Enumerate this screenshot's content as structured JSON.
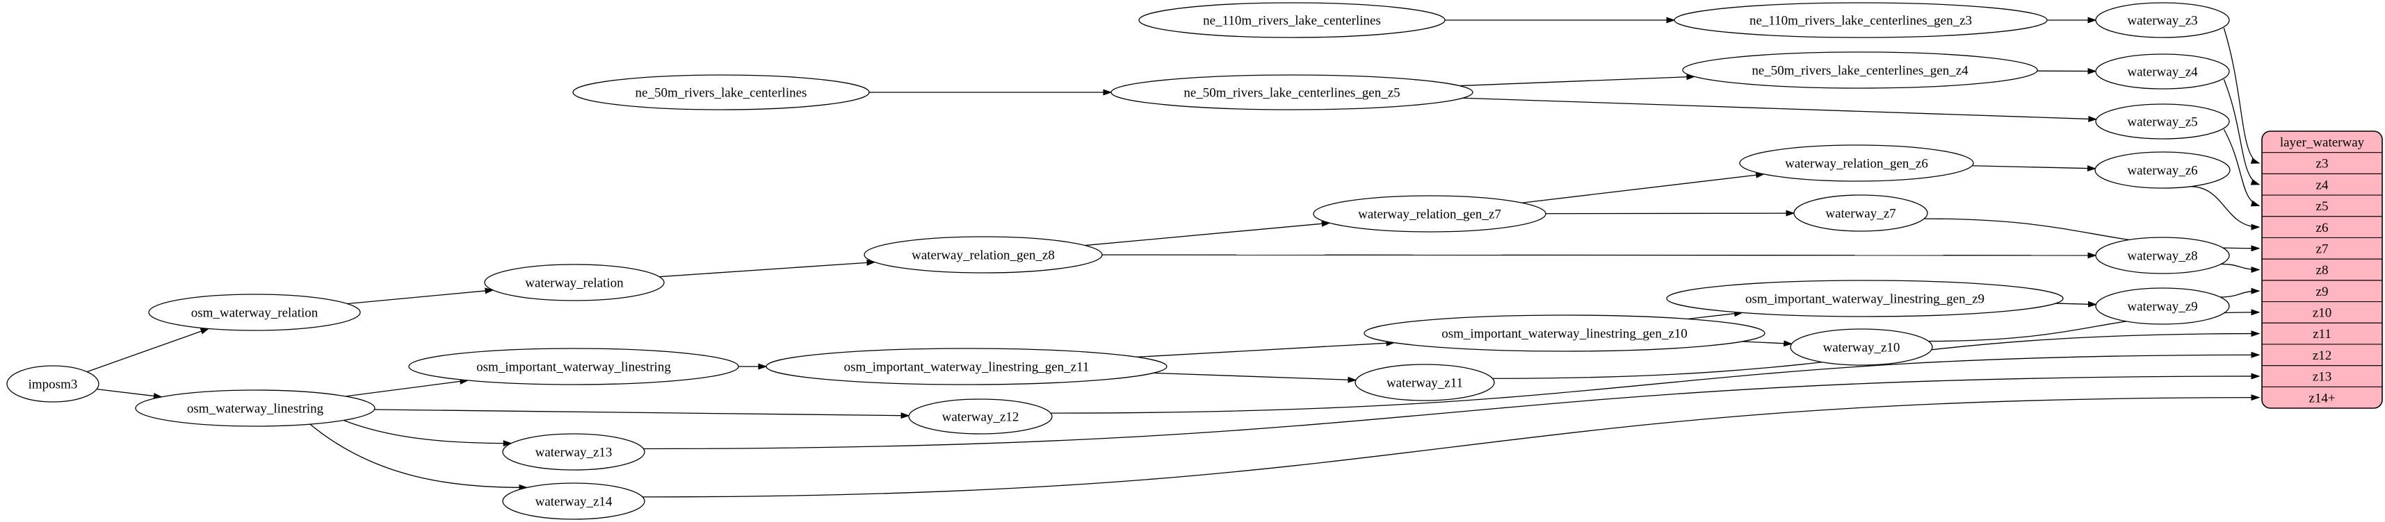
{
  "diagram": {
    "type": "dependency-graph",
    "colors": {
      "background": "#ffffff",
      "node_fill": "#ffffff",
      "node_stroke": "#000000",
      "edge": "#000000",
      "table_fill": "#ffb6c1",
      "table_stroke": "#000000"
    },
    "nodes": [
      {
        "id": "imposm3",
        "label": "imposm3"
      },
      {
        "id": "osm_waterway_relation",
        "label": "osm_waterway_relation"
      },
      {
        "id": "osm_waterway_linestring",
        "label": "osm_waterway_linestring"
      },
      {
        "id": "waterway_relation",
        "label": "waterway_relation"
      },
      {
        "id": "waterway_relation_gen_z8",
        "label": "waterway_relation_gen_z8"
      },
      {
        "id": "waterway_relation_gen_z7",
        "label": "waterway_relation_gen_z7"
      },
      {
        "id": "waterway_relation_gen_z6",
        "label": "waterway_relation_gen_z6"
      },
      {
        "id": "osm_important_waterway_linestring",
        "label": "osm_important_waterway_linestring"
      },
      {
        "id": "osm_important_waterway_linestring_gen_z11",
        "label": "osm_important_waterway_linestring_gen_z11"
      },
      {
        "id": "osm_important_waterway_linestring_gen_z10",
        "label": "osm_important_waterway_linestring_gen_z10"
      },
      {
        "id": "osm_important_waterway_linestring_gen_z9",
        "label": "osm_important_waterway_linestring_gen_z9"
      },
      {
        "id": "ne_110m_rivers_lake_centerlines",
        "label": "ne_110m_rivers_lake_centerlines"
      },
      {
        "id": "ne_110m_rivers_lake_centerlines_gen_z3",
        "label": "ne_110m_rivers_lake_centerlines_gen_z3"
      },
      {
        "id": "ne_50m_rivers_lake_centerlines",
        "label": "ne_50m_rivers_lake_centerlines"
      },
      {
        "id": "ne_50m_rivers_lake_centerlines_gen_z5",
        "label": "ne_50m_rivers_lake_centerlines_gen_z5"
      },
      {
        "id": "ne_50m_rivers_lake_centerlines_gen_z4",
        "label": "ne_50m_rivers_lake_centerlines_gen_z4"
      },
      {
        "id": "waterway_z3",
        "label": "waterway_z3"
      },
      {
        "id": "waterway_z4",
        "label": "waterway_z4"
      },
      {
        "id": "waterway_z5",
        "label": "waterway_z5"
      },
      {
        "id": "waterway_z6",
        "label": "waterway_z6"
      },
      {
        "id": "waterway_z7",
        "label": "waterway_z7"
      },
      {
        "id": "waterway_z8",
        "label": "waterway_z8"
      },
      {
        "id": "waterway_z9",
        "label": "waterway_z9"
      },
      {
        "id": "waterway_z10",
        "label": "waterway_z10"
      },
      {
        "id": "waterway_z11",
        "label": "waterway_z11"
      },
      {
        "id": "waterway_z12",
        "label": "waterway_z12"
      },
      {
        "id": "waterway_z13",
        "label": "waterway_z13"
      },
      {
        "id": "waterway_z14",
        "label": "waterway_z14"
      }
    ],
    "table": {
      "id": "layer_waterway",
      "title": "layer_waterway",
      "rows": [
        "z3",
        "z4",
        "z5",
        "z6",
        "z7",
        "z8",
        "z9",
        "z10",
        "z11",
        "z12",
        "z13",
        "z14+"
      ]
    },
    "edges": [
      {
        "from": "imposm3",
        "to": "osm_waterway_relation"
      },
      {
        "from": "imposm3",
        "to": "osm_waterway_linestring"
      },
      {
        "from": "osm_waterway_relation",
        "to": "waterway_relation"
      },
      {
        "from": "waterway_relation",
        "to": "waterway_relation_gen_z8"
      },
      {
        "from": "waterway_relation_gen_z8",
        "to": "waterway_relation_gen_z7"
      },
      {
        "from": "waterway_relation_gen_z7",
        "to": "waterway_relation_gen_z6"
      },
      {
        "from": "waterway_relation_gen_z6",
        "to": "waterway_z6"
      },
      {
        "from": "waterway_relation_gen_z7",
        "to": "waterway_z7"
      },
      {
        "from": "waterway_relation_gen_z8",
        "to": "waterway_z8"
      },
      {
        "from": "osm_waterway_linestring",
        "to": "osm_important_waterway_linestring"
      },
      {
        "from": "osm_important_waterway_linestring",
        "to": "osm_important_waterway_linestring_gen_z11"
      },
      {
        "from": "osm_important_waterway_linestring_gen_z11",
        "to": "osm_important_waterway_linestring_gen_z10"
      },
      {
        "from": "osm_important_waterway_linestring_gen_z10",
        "to": "osm_important_waterway_linestring_gen_z9"
      },
      {
        "from": "osm_important_waterway_linestring_gen_z9",
        "to": "waterway_z9"
      },
      {
        "from": "osm_important_waterway_linestring_gen_z10",
        "to": "waterway_z10"
      },
      {
        "from": "osm_important_waterway_linestring_gen_z11",
        "to": "waterway_z11"
      },
      {
        "from": "osm_waterway_linestring",
        "to": "waterway_z12"
      },
      {
        "from": "osm_waterway_linestring",
        "to": "waterway_z13"
      },
      {
        "from": "osm_waterway_linestring",
        "to": "waterway_z14"
      },
      {
        "from": "ne_110m_rivers_lake_centerlines",
        "to": "ne_110m_rivers_lake_centerlines_gen_z3"
      },
      {
        "from": "ne_110m_rivers_lake_centerlines_gen_z3",
        "to": "waterway_z3"
      },
      {
        "from": "ne_50m_rivers_lake_centerlines",
        "to": "ne_50m_rivers_lake_centerlines_gen_z5"
      },
      {
        "from": "ne_50m_rivers_lake_centerlines_gen_z5",
        "to": "ne_50m_rivers_lake_centerlines_gen_z4"
      },
      {
        "from": "ne_50m_rivers_lake_centerlines_gen_z5",
        "to": "waterway_z5"
      },
      {
        "from": "ne_50m_rivers_lake_centerlines_gen_z4",
        "to": "waterway_z4"
      },
      {
        "from": "waterway_z3",
        "to": "layer_waterway.z3"
      },
      {
        "from": "waterway_z4",
        "to": "layer_waterway.z4"
      },
      {
        "from": "waterway_z5",
        "to": "layer_waterway.z5"
      },
      {
        "from": "waterway_z6",
        "to": "layer_waterway.z6"
      },
      {
        "from": "waterway_z7",
        "to": "layer_waterway.z7"
      },
      {
        "from": "waterway_z8",
        "to": "layer_waterway.z8"
      },
      {
        "from": "waterway_z9",
        "to": "layer_waterway.z9"
      },
      {
        "from": "waterway_z10",
        "to": "layer_waterway.z10"
      },
      {
        "from": "waterway_z11",
        "to": "layer_waterway.z11"
      },
      {
        "from": "waterway_z12",
        "to": "layer_waterway.z12"
      },
      {
        "from": "waterway_z13",
        "to": "layer_waterway.z13"
      },
      {
        "from": "waterway_z14",
        "to": "layer_waterway.z14+"
      }
    ]
  }
}
